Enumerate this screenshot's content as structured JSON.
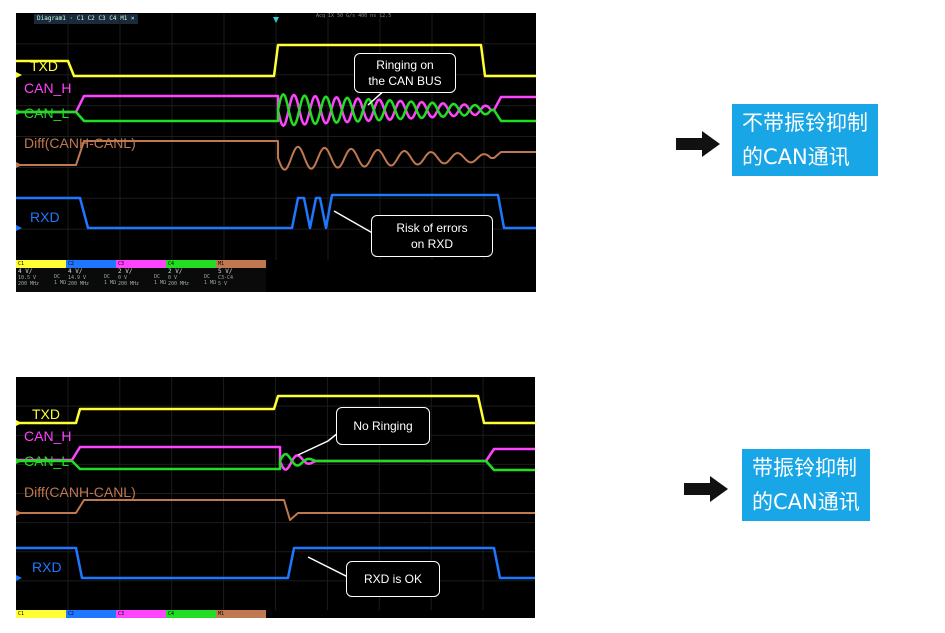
{
  "scope1": {
    "tab_label": "Diagram1 · C1 C2 C3 C4 M1 ×",
    "top_readout": "Acq  1X  50 G/s  400 ns  12.5",
    "labels": {
      "txd": "TXD",
      "canh": "CAN_H",
      "canl": "CAN_L",
      "diff": "Diff(CANH-CANL)",
      "rxd": "RXD"
    },
    "callout_ringing": "Ringing on\nthe CAN BUS",
    "callout_risk": "Risk of errors\non RXD",
    "channels": [
      {
        "name": "C1",
        "scale": "4 V/",
        "offset": "10.5 V",
        "bw": "200 MHz",
        "coupling": "DC",
        "imp": "1 MΩ"
      },
      {
        "name": "C2",
        "scale": "4 V/",
        "offset": "14.9 V",
        "bw": "200 MHz",
        "coupling": "DC",
        "imp": "1 MΩ"
      },
      {
        "name": "C3",
        "scale": "2 V/",
        "offset": "0 V",
        "bw": "200 MHz",
        "coupling": "DC",
        "imp": "1 MΩ"
      },
      {
        "name": "C4",
        "scale": "2 V/",
        "offset": "0 V",
        "bw": "200 MHz",
        "coupling": "DC",
        "imp": "1 MΩ"
      },
      {
        "name": "M1",
        "scale": "5 V/",
        "offset": "C3-C4",
        "bw": "5 V",
        "coupling": "",
        "imp": ""
      }
    ]
  },
  "scope2": {
    "labels": {
      "txd": "TXD",
      "canh": "CAN_H",
      "canl": "CAN_L",
      "diff": "Diff(CANH-CANL)",
      "rxd": "RXD"
    },
    "callout_noringing": "No Ringing",
    "callout_ok": "RXD  is OK",
    "channels": [
      "C1",
      "C2",
      "C3",
      "C4",
      "M1"
    ]
  },
  "caption1": {
    "line1": "不带振铃抑制",
    "line2": "的CAN通讯"
  },
  "caption2": {
    "line1": "带振铃抑制",
    "line2": "的CAN通讯"
  },
  "colors": {
    "txd": "#ffff33",
    "canh": "#ff44ff",
    "canl": "#22dd22",
    "diff": "#c07850",
    "rxd": "#1e78ff",
    "accent": "#18a6e6"
  }
}
